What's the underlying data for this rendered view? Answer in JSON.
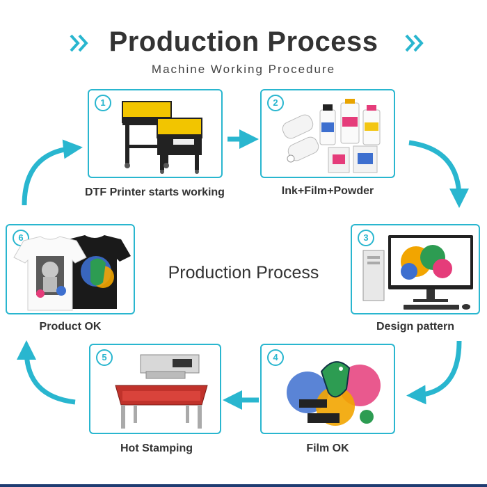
{
  "header": {
    "title": "Production Process",
    "subtitle": "Machine Working Procedure"
  },
  "center_title": "Production Process",
  "steps": [
    {
      "number": "1",
      "label": "DTF Printer starts working",
      "image": "dtf-printer-machine"
    },
    {
      "number": "2",
      "label": "Ink+Film+Powder",
      "image": "ink-bottles-film-rolls-powder"
    },
    {
      "number": "3",
      "label": "Design pattern",
      "image": "desktop-computer-with-dinosaur-design"
    },
    {
      "number": "4",
      "label": "Film OK",
      "image": "printed-dinosaur-film"
    },
    {
      "number": "5",
      "label": "Hot Stamping",
      "image": "heat-press-machine"
    },
    {
      "number": "6",
      "label": "Product OK",
      "image": "printed-t-shirts"
    }
  ],
  "colors": {
    "accent": "#29b6cf",
    "text": "#333333",
    "footer": "#1f3c72"
  }
}
